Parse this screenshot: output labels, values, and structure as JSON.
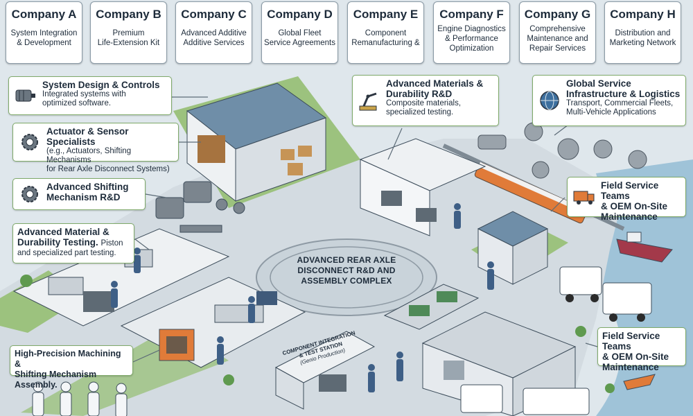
{
  "companies": [
    {
      "name": "Company A",
      "desc_lines": [
        "System Integration",
        "& Development"
      ]
    },
    {
      "name": "Company B",
      "desc_lines": [
        "Premium",
        "Life-Extension Kit"
      ]
    },
    {
      "name": "Company C",
      "desc_lines": [
        "Advanced Additive",
        "Additive Services"
      ]
    },
    {
      "name": "Company D",
      "desc_lines": [
        "Global Fleet",
        "Service Agreements"
      ]
    },
    {
      "name": "Company E",
      "desc_lines": [
        "Component",
        "Remanufacturing &"
      ]
    },
    {
      "name": "Company F",
      "desc_lines": [
        "Engine Diagnostics",
        "& Performance",
        "Optimization"
      ]
    },
    {
      "name": "Company G",
      "desc_lines": [
        "Comprehensive",
        "Maintenance and",
        "Repair Services"
      ]
    },
    {
      "name": "Company H",
      "desc_lines": [
        "Distribution and",
        "Marketing Network"
      ]
    }
  ],
  "callouts": {
    "system_design": {
      "title": "System Design & Controls",
      "sub_lines": [
        "Integrated systems with",
        "optimized software."
      ],
      "icon": "motor-icon"
    },
    "actuator": {
      "title": "Actuator & Sensor Specialists",
      "sub_lines": [
        "(e.g., Actuators, Shifting Mechanisms",
        "for Rear Axle Disconnect Systems)"
      ],
      "icon": "gear-icon"
    },
    "shifting_rd": {
      "title_lines": [
        "Advanced Shifting",
        "Mechanism R&D"
      ],
      "icon": "gear-icon"
    },
    "material_testing": {
      "title_lines": [
        "Advanced Material &",
        "Durability Testing."
      ],
      "title_tail": "Piston",
      "sub": "and specialized part testing."
    },
    "machining": {
      "title_lines": [
        "High-Precision Machining &",
        "Shifting Mechanism Assembly."
      ]
    },
    "adv_materials": {
      "title_lines": [
        "Advanced Materials &",
        "Durability R&D"
      ],
      "sub_lines": [
        "Composite materials,",
        "specialized testing."
      ],
      "icon": "robot-arm-icon"
    },
    "global_service": {
      "title_lines": [
        "Global Service",
        "Infrastructure & Logistics"
      ],
      "sub_lines": [
        "Transport, Commercial Fleets,",
        "Multi-Vehicle Applications"
      ],
      "icon": "globe-icon"
    },
    "field_service_1": {
      "title_lines": [
        "Field Service Teams",
        "& OEM On-Site",
        "Maintenance"
      ],
      "icon": "truck-icon"
    },
    "field_service_2": {
      "title_lines": [
        "Field Service Teams",
        "& OEM On-Site",
        "Maintenance"
      ]
    }
  },
  "center": {
    "lines": [
      "ADVANCED REAR AXLE",
      "DISCONNECT R&D AND",
      "ASSEMBLY COMPLEX"
    ]
  },
  "station_sign": {
    "line1": "COMPONENT INTEGRATION",
    "line2": "& TEST STATION",
    "line3": "(Genio Production)"
  },
  "colors": {
    "company_border": "#8a9aa6",
    "callout_border": "#7faa6a",
    "ground_green": "#9cc27e",
    "plaza": "#c9d3da",
    "water": "#9fc3d8",
    "roof": "#6f8ea8",
    "accent_orange": "#e07b39"
  }
}
